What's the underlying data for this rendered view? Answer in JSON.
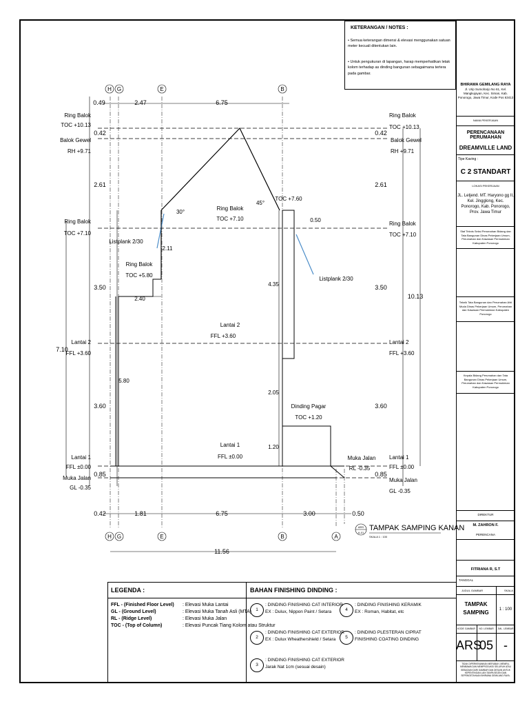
{
  "notes": {
    "title": "KETERANGAN / NOTES :",
    "items": [
      "Semua keterangan dimensi & elevasi menggunakan satuan meter kecuali ditentukan lain.",
      "Untuk pengukuran di lapangan, harap memperhatikan letak kolom terhadap as dinding bangunan sebagaimana tertera pada gambar."
    ]
  },
  "title_block": {
    "company": "BHIRAWA GEMILANG RAYA",
    "address": "Jl. Urip Sumoharjo No 61, Kel. Mangkujayan, Kec. Siman, Kab. Ponorogo, Jawa Timur, Kode Pos 63413",
    "project_label": "NAMA PEKERJAAN",
    "project_1": "PERENCANAAN PERUMAHAN",
    "project_2": "DREAMVILLE LAND",
    "type_label": "Tipe Kaving :",
    "type": "C 2 STANDART",
    "location_label": "LOKASI PEKERJAAN",
    "location": "JL. Letjend. MT. Haryono gg II, Kel. Jingglong, Kec. Ponorogo, Kab. Ponorogo, Prov. Jawa Timur",
    "staff_1": "Staf Teknis Seksi Perumahan Bidang dan Tata Bangunan Dinas Pekerjaan Umum, Perumahan dan Kawasan Permukiman Kabupaten Ponorogo",
    "staff_2": "Teknik Tata Bangunan dan Perumahan Ahli Muda Dinas Pekerjaan Umum, Perumahan dan Kawasan Permukiman Kabupaten Ponorogo",
    "staff_3": "Kepala Bidang Perumahan dan Tata Bangunan Dinas Pekerjaan Umum, Perumahan dan Kawasan Permukiman Kabupaten Ponorogo",
    "director_label": "DIREKTUR",
    "director": "M. ZAHRON F.",
    "planner_label": "PERENCANA",
    "planner": "FITRIANA R, S.T",
    "date_label": "TANGGAL",
    "drawing_title_label": "JUDUL GAMBAR",
    "scale_label": "SKALA",
    "drawing_title_1": "TAMPAK",
    "drawing_title_2": "SAMPING",
    "scale": "1 : 100",
    "code_label": "KODE GAMBAR",
    "sheet_no_label": "NO. LEMBAR",
    "sheet_count_label": "JML. LEMBAR",
    "code": "ARS",
    "sheet_no": "05",
    "sheet_count": "-",
    "disclaimer": "TIDAK DIPERKENANKAN MERUBAH, MENIRU, MEMBAWA DAN MEMPRODUKSI SELURUH ATAU SEBAGIAN DARI GAMBAR DAN DESAIN UNTUK KEPENTINGAN LAIN TANPA SEIZIN DAN SEPENGETAHUAN BHIRAWA GEMILANG RAYA."
  },
  "drawing": {
    "title": "TAMPAK SAMPING KANAN",
    "scale_note": "SKALA 1 : 100",
    "ref_tag": "ARS",
    "ref_no": "A-01",
    "grids": [
      "H",
      "G",
      "E",
      "B",
      "A"
    ],
    "top_dims": [
      "0.49",
      "2.47",
      "6.75"
    ],
    "bottom_dims": [
      "0.42",
      "1.81",
      "6.75",
      "3.00",
      "0.50"
    ],
    "total_dim": "11.56",
    "left_labels": {
      "ring_top": [
        "Ring Balok",
        "TOC +10.13"
      ],
      "balok_gewel": [
        "Balok Gewel",
        "RH +9.71"
      ],
      "ring_mid": [
        "Ring Balok",
        "TOC +7.10"
      ],
      "lantai2": [
        "Lantai 2",
        "FFL +3.60"
      ],
      "lantai1": [
        "Lantai 1",
        "FFL ±0.00"
      ],
      "muka_jalan": [
        "Muka Jalan",
        "GL -0.35"
      ]
    },
    "right_labels": {
      "ring_top": [
        "Ring Balok",
        "TOC +10.13"
      ],
      "balok_gewel": [
        "Balok Gewel",
        "RH +9.71"
      ],
      "ring_mid": [
        "Ring Balok",
        "TOC +7.10"
      ],
      "lantai2": [
        "Lantai 2",
        "FFL +3.60"
      ],
      "lantai1": [
        "Lantai 1",
        "FFL ±0.00"
      ],
      "muka_jalan": [
        "Muka Jalan",
        "GL -0.35"
      ]
    },
    "vert_dims_left": [
      "0.42",
      "2.61",
      "3.50",
      "3.60",
      "0.85"
    ],
    "vert_dims_right": [
      "0.42",
      "2.61",
      "3.50",
      "3.60",
      "0.85"
    ],
    "total_left": "7.10",
    "total_right": "10.13",
    "inner": {
      "ring_balok_mid": [
        "Ring Balok",
        "TOC +7.10"
      ],
      "toc_760": "TOC +7.60",
      "d050": "0.50",
      "angle30": "30°",
      "angle45": "45°",
      "listplank_l": "Listplank 2/30",
      "listplank_r": "Listplank 2/30",
      "ring_580": [
        "Ring Balok",
        "TOC +5.80"
      ],
      "d211": "2.11",
      "d240": "2.40",
      "d435": "4.35",
      "d580": "5.80",
      "d205": "2.05",
      "d120": "1.20",
      "lantai2": [
        "Lantai 2",
        "FFL +3.60"
      ],
      "lantai1": [
        "Lantai 1",
        "FFL ±0.00"
      ],
      "dinding_pagar": [
        "Dinding Pagar",
        "TOC +1.20"
      ],
      "muka_jalan": [
        "Muka Jalan",
        "RL -0.35"
      ]
    }
  },
  "legend": {
    "title": "LEGENDA :",
    "items": [
      [
        "FFL - (Finished Floor Level)",
        ": Elevasi Muka Lantai"
      ],
      [
        "GL - (Ground Level)",
        ": Elevasi Muka Tanah Asli (MTA)"
      ],
      [
        "RL - (Ridge Level)",
        ": Elevasi Muka Jalan"
      ],
      [
        "TOC - (Top of Column)",
        ": Elevasi Puncak Tiang Kolom atau Struktur"
      ]
    ]
  },
  "finishing": {
    "title": "BAHAN FINISHING DINDING :",
    "items": [
      {
        "tag": "1",
        "line1": ": DINDING FINISHING CAT INTERIOR",
        "line2": "EX : Dulux, Nippon Paint / Setara"
      },
      {
        "tag": "4",
        "line1": ": DINDING FINISHING KERAMIK",
        "line2": "EX : Roman, Habitat, etc"
      },
      {
        "tag": "2",
        "line1": ": DINDING FINISHING CAT EXTERIOR",
        "line2": "EX : Dulux Wheathershield / Setara"
      },
      {
        "tag": "5",
        "line1": ": DINDING PLESTERAN CIPRAT",
        "line2": "FINISHING COATING DINDING"
      },
      {
        "tag": "3",
        "line1": ": DINDING FINISHING CAT EXTERIOR",
        "line2": "Jarak Nat 1cm (sesuai desain)"
      }
    ]
  }
}
